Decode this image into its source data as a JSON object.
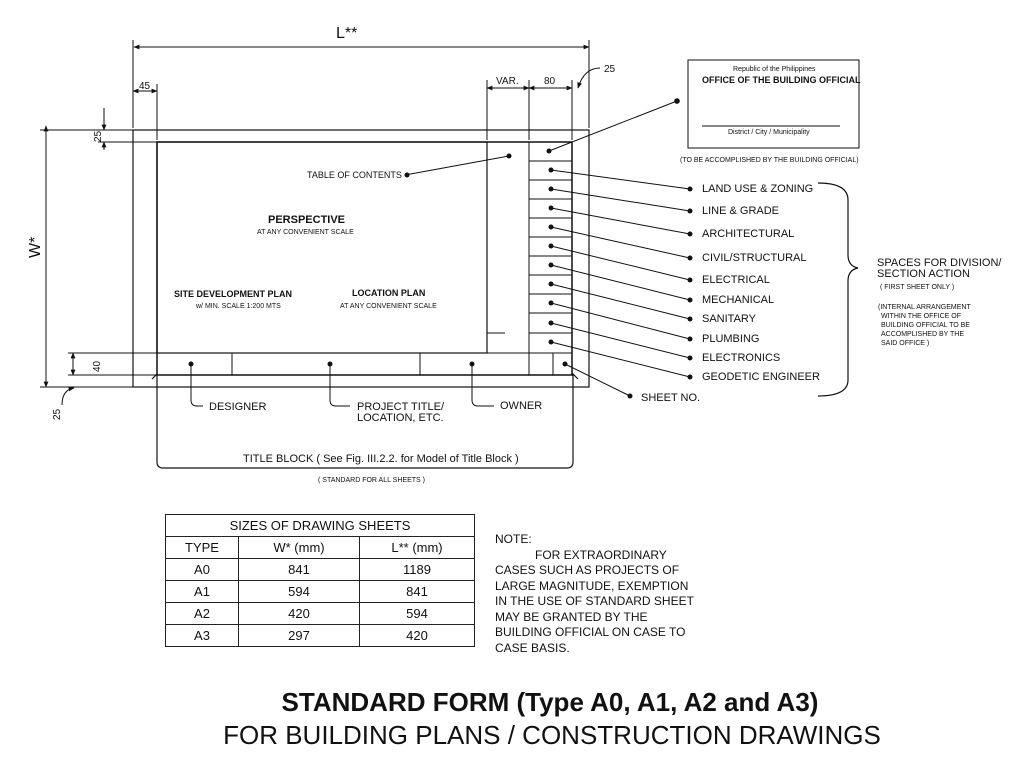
{
  "dimensions": {
    "length": "L**",
    "width": "W*",
    "left_margin": "45",
    "top_margin": "25",
    "right_margin": "25",
    "bottom_margin": "25",
    "title_block_height": "40",
    "var": "VAR.",
    "column": "80"
  },
  "drawing": {
    "perspective": "PERSPECTIVE",
    "perspective_note": "AT ANY CONVENIENT SCALE",
    "site_plan": "SITE DEVELOPMENT PLAN",
    "site_plan_note": "w/ MIN. SCALE 1:200 MTS",
    "location_plan": "LOCATION PLAN",
    "location_plan_note": "AT ANY CONVENIENT SCALE",
    "table_of_contents": "TABLE OF CONTENTS"
  },
  "official_box": {
    "line1": "Republic of the Philippines",
    "line2": "OFFICE OF THE BUILDING OFFICIAL",
    "line3": "District / City / Municipality",
    "caption": "(TO BE ACCOMPLISHED BY THE BUILDING OFFICIAL)"
  },
  "divisions": [
    "LAND USE & ZONING",
    "LINE & GRADE",
    "ARCHITECTURAL",
    "CIVIL/STRUCTURAL",
    "ELECTRICAL",
    "MECHANICAL",
    "SANITARY",
    "PLUMBING",
    "ELECTRONICS",
    "GEODETIC ENGINEER"
  ],
  "sheet_no": "SHEET NO.",
  "division_note": {
    "line1": "SPACES FOR DIVISION/",
    "line2": "SECTION ACTION",
    "line3": "( FIRST SHEET ONLY )",
    "details": [
      "(INTERNAL ARRANGEMENT",
      "WITHIN THE OFFICE  OF",
      "BUILDING OFFICIAL  TO BE",
      "ACCOMPLISHED  BY THE",
      "SAID OFFICE )"
    ]
  },
  "title_block": {
    "designer": "DESIGNER",
    "project_title_1": "PROJECT TITLE/",
    "project_title_2": "LOCATION, ETC.",
    "owner": "OWNER",
    "caption": "TITLE BLOCK ( See Fig. III.2.2. for Model of Title Block )",
    "sub_caption": "( STANDARD FOR ALL SHEETS )"
  },
  "sizes_table": {
    "title": "SIZES OF DRAWING SHEETS",
    "headers": [
      "TYPE",
      "W* (mm)",
      "L** (mm)"
    ],
    "rows": [
      [
        "A0",
        "841",
        "1189"
      ],
      [
        "A1",
        "594",
        "841"
      ],
      [
        "A2",
        "420",
        "594"
      ],
      [
        "A3",
        "297",
        "420"
      ]
    ]
  },
  "note": {
    "title": "NOTE:",
    "body": "FOR EXTRAORDINARY\nCASES SUCH AS PROJECTS OF\nLARGE MAGNITUDE, EXEMPTION\nIN THE USE OF STANDARD SHEET\nMAY BE GRANTED BY THE\nBUILDING OFFICIAL ON CASE TO\nCASE BASIS."
  },
  "footer": {
    "title": "STANDARD FORM (Type A0, A1, A2 and A3)",
    "subtitle": "FOR BUILDING PLANS / CONSTRUCTION DRAWINGS"
  }
}
